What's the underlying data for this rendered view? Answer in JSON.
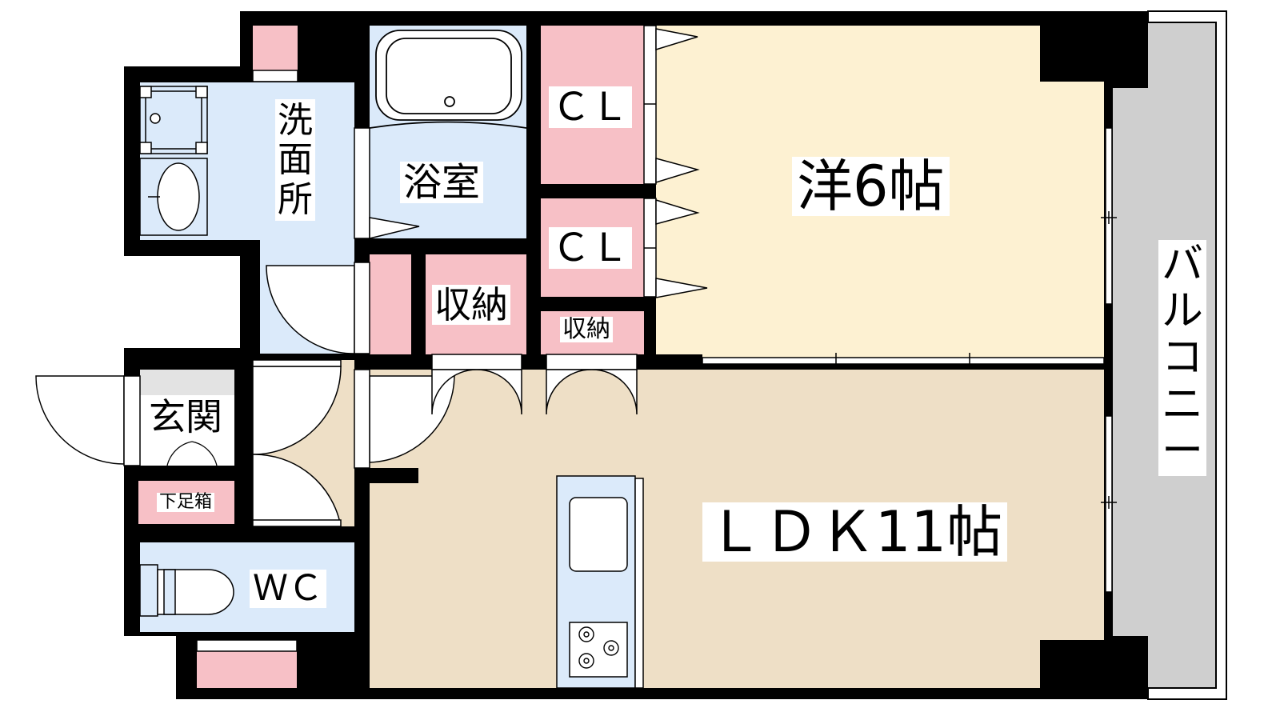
{
  "colors": {
    "wall": "#000000",
    "water_area": "#dbeafa",
    "storage": "#f7c0c6",
    "western_room": "#fdf1d2",
    "ldk": "#eedfc6",
    "balcony": "#cfcfcf",
    "window": "#ffffff"
  },
  "rooms": {
    "western": {
      "label": "洋6帖",
      "icon": "western-room"
    },
    "ldk": {
      "label": "ＬＤＫ11帖",
      "icon": "living-dining-kitchen"
    },
    "bath": {
      "label": "浴室",
      "icon": "bathtub-icon"
    },
    "washroom": {
      "label": [
        "洗",
        "面",
        "所"
      ],
      "icon": "washbasin-icon"
    },
    "entrance": {
      "label": "玄関"
    },
    "shoe_box": {
      "label": "下足箱"
    },
    "wc": {
      "label": "ＷＣ",
      "icon": "toilet-icon"
    },
    "closet_1": {
      "label": "ＣＬ"
    },
    "closet_2": {
      "label": "ＣＬ"
    },
    "storage_1": {
      "label": "収納"
    },
    "storage_2": {
      "label": "収納"
    },
    "balcony": {
      "label": [
        "バ",
        "ル",
        "コ",
        "ニ",
        "ー"
      ]
    }
  }
}
